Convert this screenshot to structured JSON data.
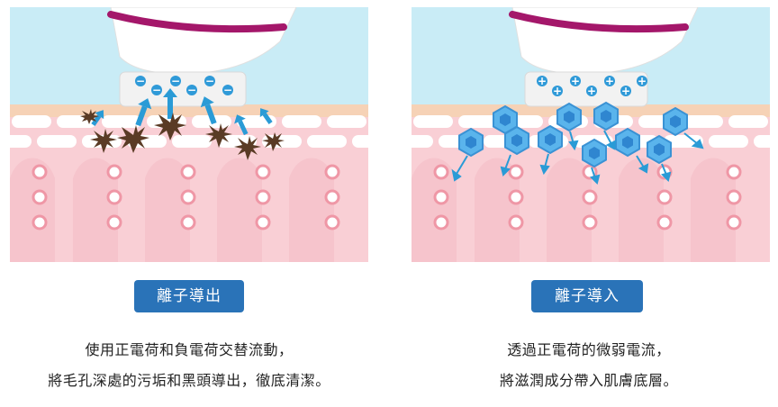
{
  "left": {
    "label": "離子導出",
    "desc_line1": "使用正電荷和負電荷交替流動，",
    "desc_line2": "將毛孔深處的污垢和黑頭導出，徹底清潔。"
  },
  "right": {
    "label": "離子導入",
    "desc_line1": "透過正電荷的微弱電流，",
    "desc_line2": "將滋潤成分帶入肌膚底層。"
  },
  "symbols": {
    "negative": "−",
    "positive": "+"
  },
  "colors": {
    "sky": "#c9ecf6",
    "skin_surface": "#f6d2b6",
    "skin": "#f9cfd5",
    "skin_deep": "#f2b3bd",
    "device_band": "#a4176a",
    "ion_blue": "#2f9ad8",
    "arrow_blue": "#2a9bd6",
    "dirt": "#5a3b25",
    "button": "#2a73b8"
  }
}
